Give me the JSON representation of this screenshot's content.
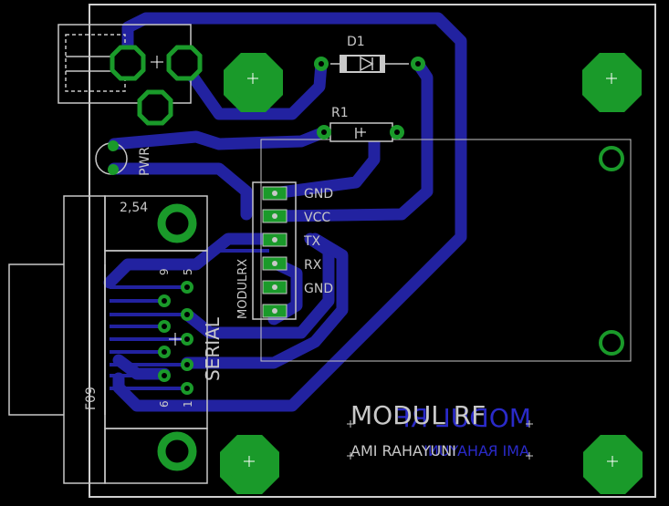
{
  "labels": {
    "d1": "D1",
    "r1": "R1",
    "pwr": "PWR",
    "pitch": "2,54",
    "pin_gnd_top": "GND",
    "pin_vcc": "VCC",
    "pin_tx": "TX",
    "pin_rx": "RX",
    "pin_gnd_bottom": "GND",
    "modulrx": "MODULRX",
    "serial": "SERIAL",
    "f09": "F09",
    "pin9": "9",
    "pin5": "5",
    "pin6": "6",
    "pin1": "1",
    "title": "MODUL RF",
    "author": "AMI RAHAYUNI",
    "title_mirror": "MODUL RF",
    "author_mirror": "AMI RAHAYUNI"
  },
  "colors": {
    "background": "#000000",
    "trace": "#2222a0",
    "pad": "#1a9a2a",
    "silkscreen": "#c8c8c8",
    "board_outline": "#d0d0d0",
    "bottom_text": "#2a2ac8"
  }
}
